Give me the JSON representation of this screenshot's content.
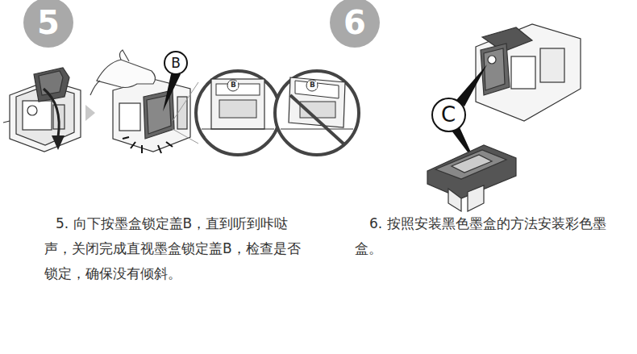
{
  "diagram": {
    "nodes": [
      {
        "text": [
          "5"
        ]
      },
      {
        "text": [
          "B"
        ]
      },
      {
        "text": [
          "6"
        ]
      },
      {
        "text": [
          "C"
        ]
      }
    ],
    "labels": [
      "B",
      "B",
      "5. 向下按墨盒锁定盖B，直到听到咔哒声，关闭完成直视墨盒锁定盖B，检查是否锁定，确保没有倾斜。",
      "6. 按照安装黑色墨盒的方法安装彩色墨盒。"
    ]
  }
}
